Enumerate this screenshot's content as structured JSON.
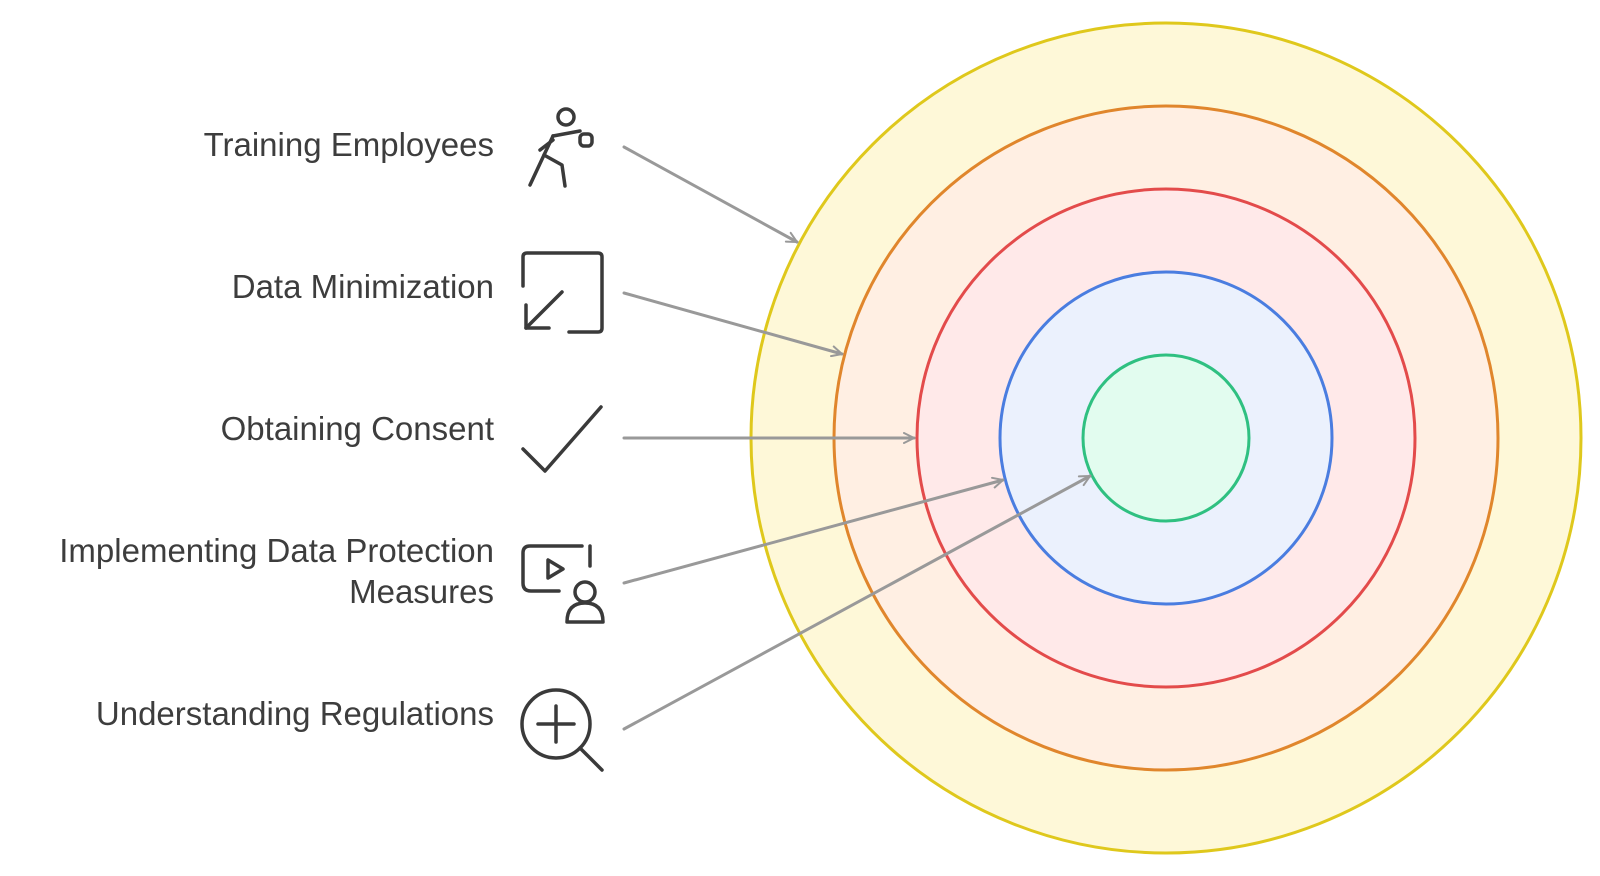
{
  "diagram": {
    "layers": [
      {
        "name": "Training Employees",
        "icon": "fighter-icon",
        "fill": "#fef8d8",
        "stroke": "#dfc81c"
      },
      {
        "name": "Data Minimization",
        "icon": "minimize-arrow-icon",
        "fill": "#ffefe3",
        "stroke": "#e0862c"
      },
      {
        "name": "Obtaining Consent",
        "icon": "checkmark-icon",
        "fill": "#ffe9e9",
        "stroke": "#e34b4b"
      },
      {
        "name": "Implementing Data Protection Measures",
        "name_lines": [
          "Implementing Data Protection",
          "Measures"
        ],
        "icon": "video-presenter-icon",
        "fill": "#ebf1fd",
        "stroke": "#4a7de0"
      },
      {
        "name": "Understanding Regulations",
        "icon": "zoom-in-icon",
        "fill": "#e2fcef",
        "stroke": "#2fc081"
      }
    ],
    "connector_color": "#999999",
    "icon_color": "#3a3a3a"
  }
}
